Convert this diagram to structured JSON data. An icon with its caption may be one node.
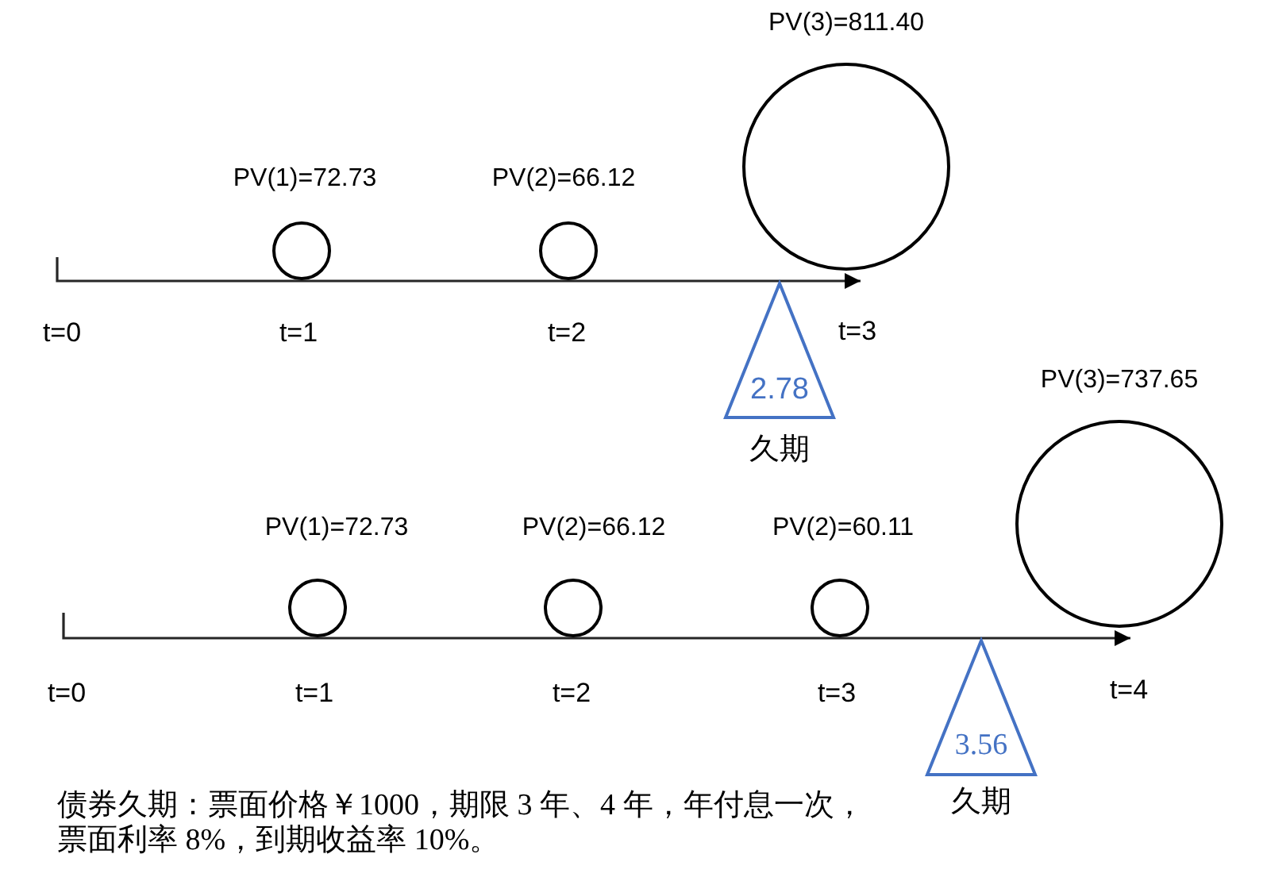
{
  "diagram": {
    "nodes": [
      {
        "text": [
          "PV(1)=72.73"
        ]
      },
      {
        "text": [
          "PV(2)=66.12"
        ]
      },
      {
        "text": [
          "PV(3)=811.40"
        ]
      },
      {
        "text": [
          "2.78",
          "久期"
        ]
      },
      {
        "text": [
          "PV(1)=72.73"
        ]
      },
      {
        "text": [
          "PV(2)=66.12"
        ]
      },
      {
        "text": [
          "PV(2)=60.11"
        ]
      },
      {
        "text": [
          "PV(3)=737.65"
        ]
      },
      {
        "text": [
          "3.56",
          "久期"
        ]
      }
    ],
    "labels": [
      "t=0",
      "t=1",
      "t=2",
      "t=3",
      "t=0",
      "t=1",
      "t=2",
      "t=3",
      "t=4"
    ],
    "caption": "债券久期：票面价格￥1000，期限 3 年、4 年，年付息一次，票面利率 8%，到期收益率 10%。"
  }
}
